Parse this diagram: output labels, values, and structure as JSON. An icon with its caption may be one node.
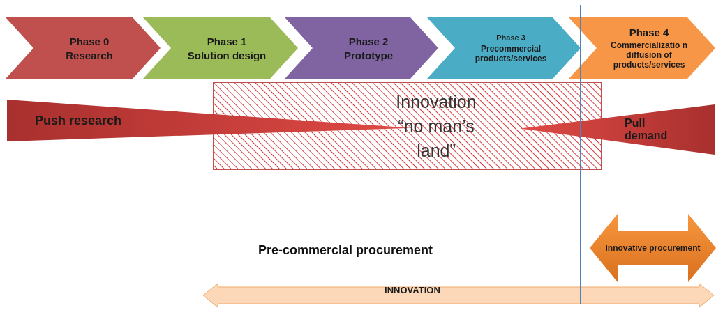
{
  "diagram": {
    "nodes": [
      {
        "text": [
          "Phase 0",
          "Research"
        ]
      },
      {
        "text": [
          "Phase 1",
          "Solution design"
        ]
      },
      {
        "text": [
          "Phase 2",
          "Prototype"
        ]
      },
      {
        "text": [
          "Phase 3",
          "Precommercial products/services"
        ]
      },
      {
        "text": [
          "Phase 4",
          "Commercializatio n diffusion of products/services"
        ]
      },
      {
        "text": [
          "Innovation “no man’s land”"
        ]
      },
      {
        "text": [
          "Push research"
        ]
      },
      {
        "text": [
          "Pull demand"
        ]
      },
      {
        "text": [
          "Innovative procurement"
        ]
      },
      {
        "text": [
          "INNOVATION"
        ]
      }
    ],
    "labels": [
      "Pre-commercial procurement"
    ]
  }
}
